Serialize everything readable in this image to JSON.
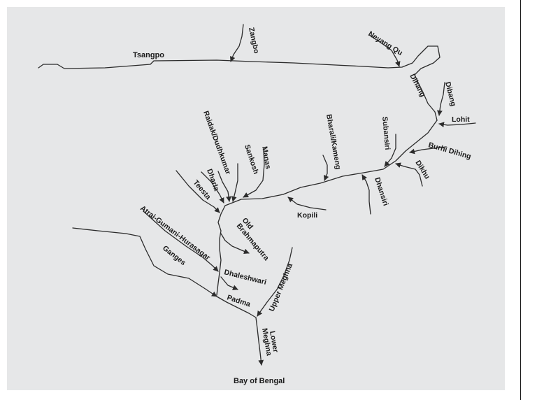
{
  "labels": {
    "tsangpo": "Tsangpo",
    "zangbo": "Zangbo",
    "neyang_qu": "Neyang Qu",
    "dihang": "Dihang",
    "dibang": "Dibang",
    "lohit": "Lohit",
    "burhi_dihing": "Burhi Dihing",
    "dikhu": "Dikhu",
    "subansiri": "Subansiri",
    "dhansiri": "Dhansiri",
    "bharali_kameng": "Bharali/Kameng",
    "kopili": "Kopili",
    "manas": "Manas",
    "sankosh": "Sankosh",
    "raidak_dudhkumar": "Raidak/Dudhkumar",
    "dharla": "Dharla",
    "teesta": "Teesta",
    "old_brahmaputra": [
      "Old",
      "Brahmaputra"
    ],
    "atrai_gumani_hurasagar": "Atrai-Gumani-Hurasagar",
    "dhaleshwari": "Dhaleshwari",
    "ganges": "Ganges",
    "padma": "Padma",
    "upper_meghna": "Upper Meghna",
    "lower_meghna": [
      "Lower",
      "Meghna"
    ],
    "bay_of_bengal": "Bay of Bengal"
  },
  "colors": {
    "panel": "#e6e7e8",
    "line": "#2b2b2b",
    "text": "#1a1a1a"
  }
}
